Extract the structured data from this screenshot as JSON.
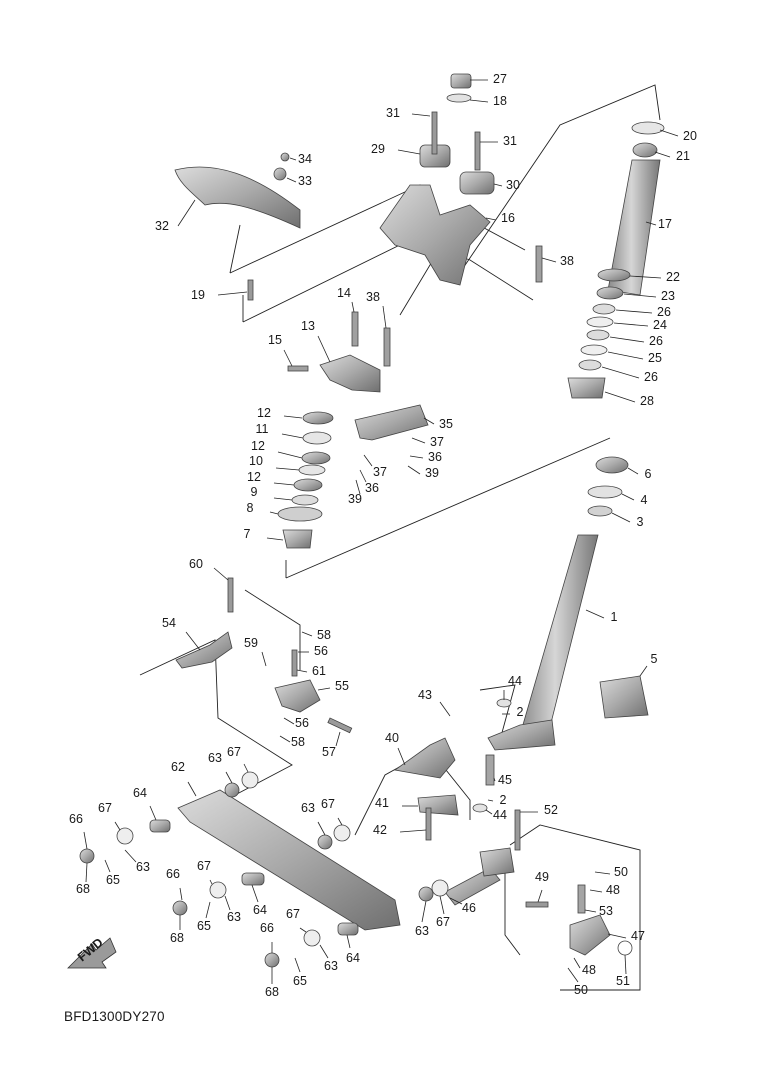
{
  "diagram_code": "BFD1300DY270",
  "fwd_label": "FWD",
  "labels": [
    "1",
    "2",
    "3",
    "4",
    "5",
    "6",
    "7",
    "8",
    "9",
    "10",
    "11",
    "12",
    "13",
    "14",
    "15",
    "16",
    "17",
    "18",
    "19",
    "20",
    "21",
    "22",
    "23",
    "24",
    "25",
    "26",
    "27",
    "28",
    "29",
    "30",
    "31",
    "32",
    "33",
    "34",
    "35",
    "36",
    "37",
    "38",
    "39",
    "40",
    "41",
    "42",
    "43",
    "44",
    "45",
    "46",
    "47",
    "48",
    "49",
    "50",
    "51",
    "52",
    "53",
    "54",
    "55",
    "56",
    "57",
    "58",
    "59",
    "60",
    "61",
    "62",
    "63",
    "64",
    "65",
    "66",
    "67",
    "68"
  ],
  "colors": {
    "part_fill": "#b9b9b9",
    "part_dark": "#7a7a7a",
    "line": "#222222"
  }
}
